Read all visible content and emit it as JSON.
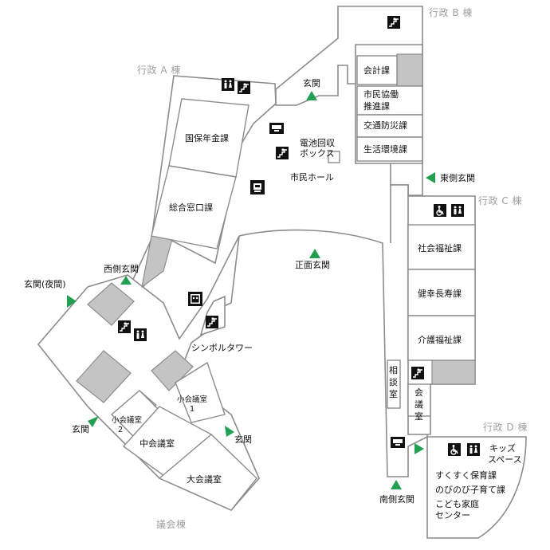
{
  "buildings": {
    "gyosei_a": "行政 A 棟",
    "gyosei_b": "行政 B 棟",
    "gyosei_c": "行政 C 棟",
    "gyosei_d": "行政 D 棟",
    "gikai": "議会棟"
  },
  "rooms": {
    "kokuho": "国保年金課",
    "sogo": "総合窓口課",
    "kaikei": "会計課",
    "shimin_kyodo_1": "市民協働",
    "shimin_kyodo_2": "推進課",
    "kotsu": "交通防災課",
    "seikatsu": "生活環境課",
    "shakai": "社会福祉課",
    "kenko": "健幸長寿課",
    "kaigo": "介護福祉課",
    "sodan_1": "相",
    "sodan_2": "談",
    "sodan_3": "室",
    "kaigi_1": "会",
    "kaigi_2": "議",
    "kaigi_3": "室",
    "shokaigi1_a": "小会議室",
    "shokaigi1_b": "1",
    "shokaigi2_a": "小会議室",
    "shokaigi2_b": "2",
    "chukaigi": "中会議室",
    "daikaigi": "大会議室",
    "kids_1": "キッズ",
    "kids_2": "スペース",
    "hoiku": "すくすく保育課",
    "kosodate": "のびのび子育て課",
    "kodomo_1": "こども家庭",
    "kodomo_2": "センター"
  },
  "labels": {
    "denchi_1": "電池回収",
    "denchi_2": "ボックス",
    "hall": "市民ホール",
    "symbol": "シンボルタワー"
  },
  "entrances": {
    "genkan_top": "玄関",
    "east": "東側玄関",
    "west": "西側玄関",
    "night": "玄関(夜間)",
    "front": "正面玄関",
    "south": "南側玄関",
    "sw": "玄関",
    "s": "玄関"
  },
  "colors": {
    "wall": "#8c8c8c",
    "shaded": "#c4c4c4",
    "entrance_arrow": "#20a050",
    "icon": "#111111",
    "building_label": "#a0a0a0"
  },
  "icons": [
    "stairs-icon",
    "restroom-icon",
    "accessible-restroom-icon",
    "elevator-icon",
    "payphone-icon",
    "atm-icon"
  ]
}
